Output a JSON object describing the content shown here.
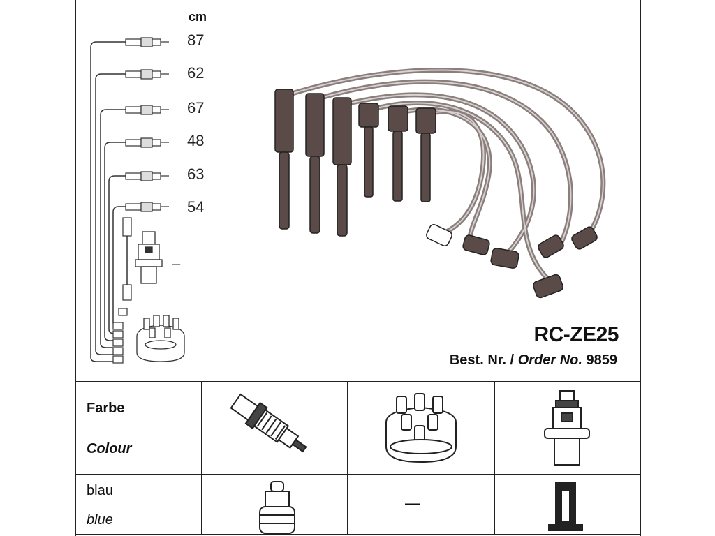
{
  "unit_label": "cm",
  "lengths": [
    "87",
    "62",
    "67",
    "48",
    "63",
    "54"
  ],
  "coil_wire_label": "–",
  "part_number": "RC-ZE25",
  "order": {
    "prefix": "Best. Nr. /",
    "label_en": "Order No.",
    "number": "9859"
  },
  "table": {
    "header_de": "Farbe",
    "header_en": "Colour",
    "row_de": "blau",
    "row_en": "blue",
    "coil_value": "—"
  },
  "colors": {
    "line": "#222222",
    "cable": "#8a7f7d",
    "boot": "#5a4a48"
  },
  "icons": [
    "spark-plug-icon",
    "distributor-cap-icon",
    "ignition-coil-icon",
    "plug-boot-icon",
    "coil-boot-icon"
  ]
}
